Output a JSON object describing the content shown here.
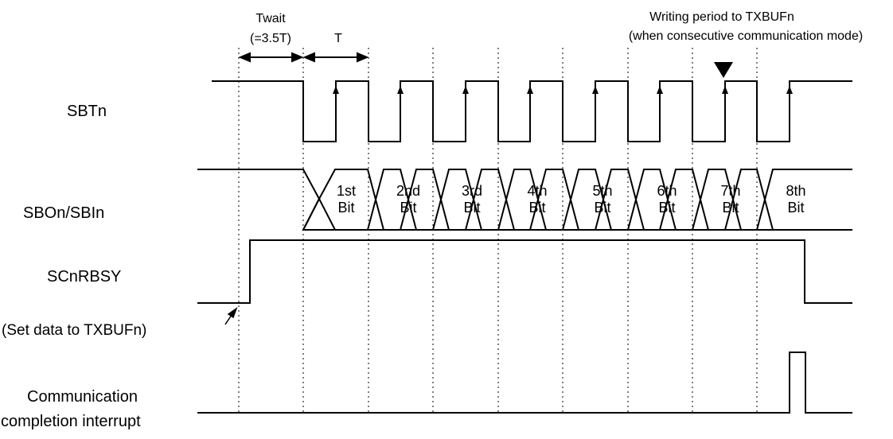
{
  "signals": {
    "sbt": "SBTn",
    "sbo": "SBOn/SBIn",
    "scnrbsy": "SCnRBSY",
    "comm_line1": "Communication",
    "comm_line2": "completion interrupt"
  },
  "annotations": {
    "twait": "Twait",
    "twait_value": "(=3.5T)",
    "t": "T",
    "writing_line1": "Writing period to TXBUFn",
    "writing_line2": "(when consecutive communication mode)",
    "set_data": "(Set data to TXBUFn)"
  },
  "bits": [
    {
      "ordinal": "1st",
      "word": "Bit"
    },
    {
      "ordinal": "2nd",
      "word": "Bit"
    },
    {
      "ordinal": "3rd",
      "word": "Bit"
    },
    {
      "ordinal": "4th",
      "word": "Bit"
    },
    {
      "ordinal": "5th",
      "word": "Bit"
    },
    {
      "ordinal": "6th",
      "word": "Bit"
    },
    {
      "ordinal": "7th",
      "word": "Bit"
    },
    {
      "ordinal": "8th",
      "word": "Bit"
    }
  ]
}
